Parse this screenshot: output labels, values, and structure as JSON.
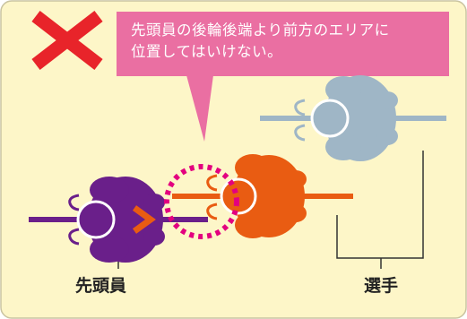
{
  "callout": {
    "text": "先頭員の後輪後端より前方のエリアに\n位置してはいけない。"
  },
  "labels": {
    "leader": "先頭員",
    "player": "選手"
  },
  "status": {
    "symbol": "prohibited",
    "icon": "cross-mark-icon"
  },
  "colors": {
    "background": "#fdf6c8",
    "cross": "#e8242a",
    "callout": "#ea6fa2",
    "leader_rider": "#6a1f8a",
    "active_rider": "#e95c12",
    "rear_rider": "#9fb6c6",
    "highlight_ring": "#e3007f"
  }
}
